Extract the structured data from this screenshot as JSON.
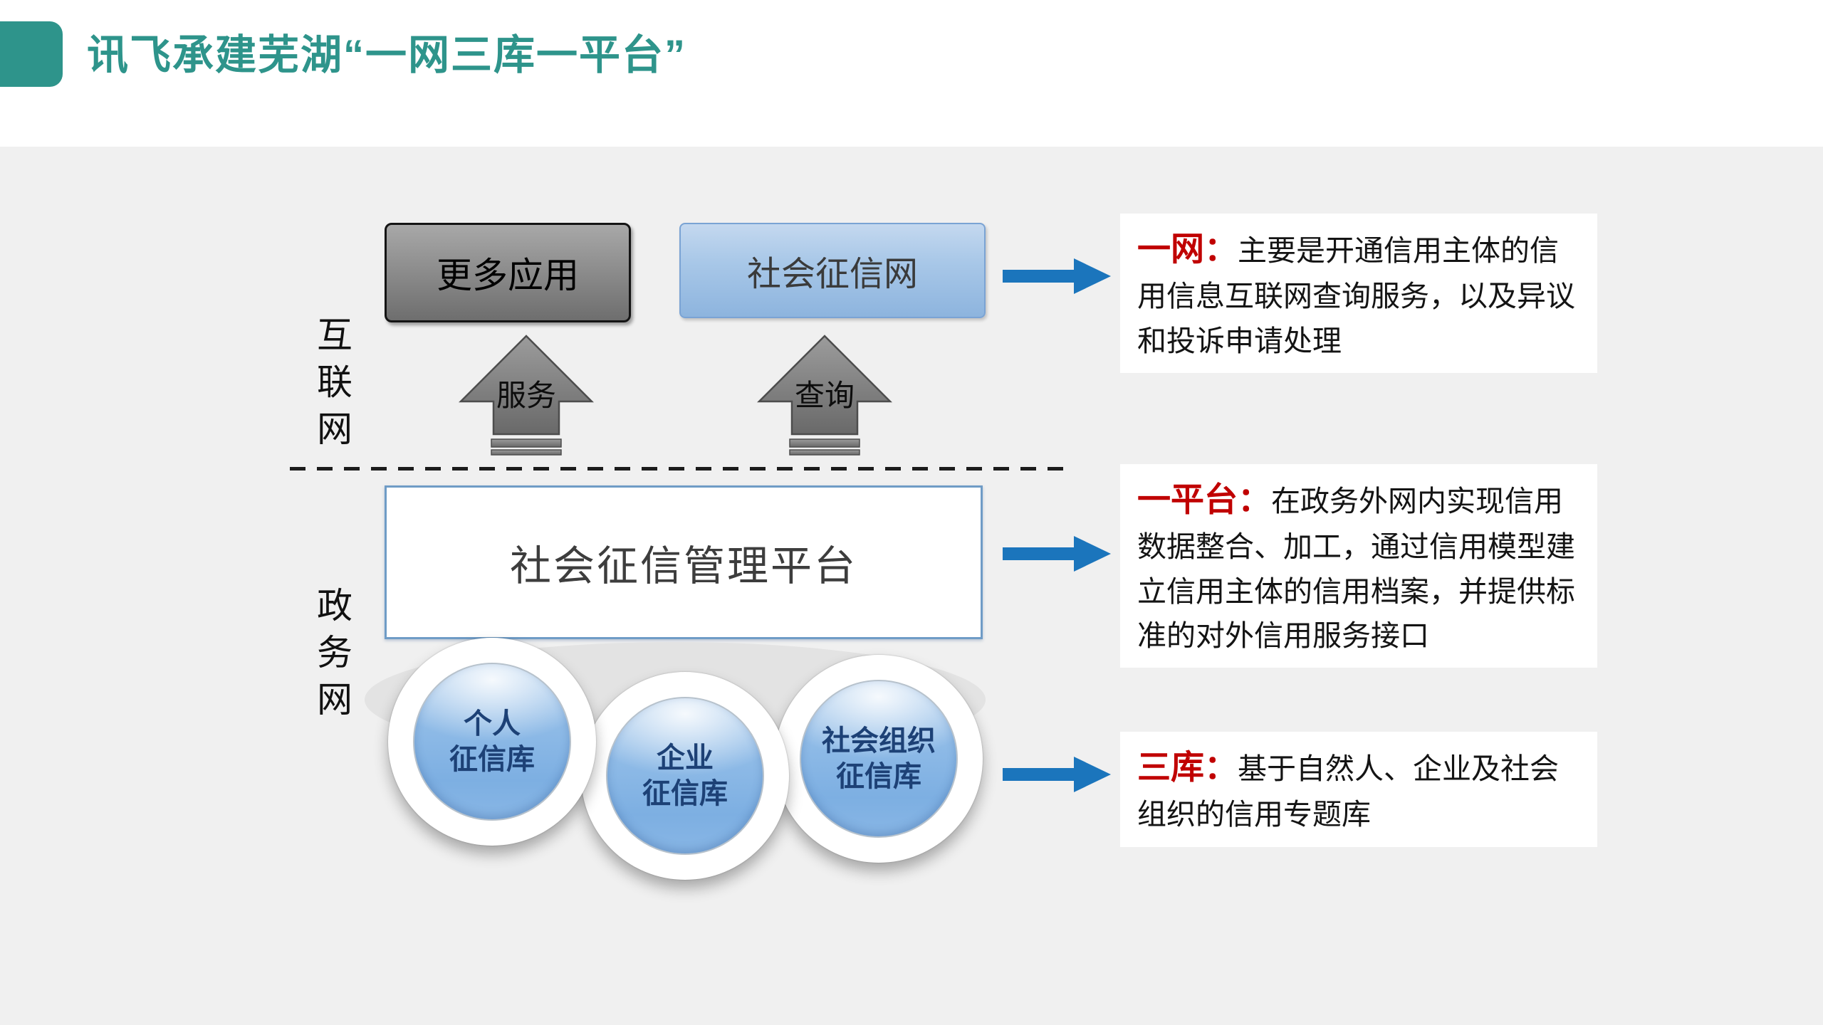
{
  "slide": {
    "title": "讯飞承建芜湖“一网三库一平台”",
    "colors": {
      "accent_teal": "#2E948B",
      "term_red": "#C00000",
      "arrow_blue": "#1B75BC"
    }
  },
  "zones": {
    "internet": "互联网",
    "government": "政务网"
  },
  "top_row": {
    "more_apps": "更多应用",
    "credit_site": "社会征信网"
  },
  "up_arrows": {
    "service": "服务",
    "query": "查询"
  },
  "platform": {
    "label": "社会征信管理平台"
  },
  "databases": {
    "personal": "个人\n征信库",
    "enterprise": "企业\n征信库",
    "social_org": "社会组织\n征信库"
  },
  "callouts": [
    {
      "term": "一网：",
      "text": "主要是开通信用主体的信用信息互联网查询服务，以及异议和投诉申请处理"
    },
    {
      "term": "一平台：",
      "text": "在政务外网内实现信用数据整合、加工，通过信用模型建立信用主体的信用档案，并提供标准的对外信用服务接口"
    },
    {
      "term": "三库：",
      "text": "基于自然人、企业及社会组织的信用专题库"
    }
  ]
}
